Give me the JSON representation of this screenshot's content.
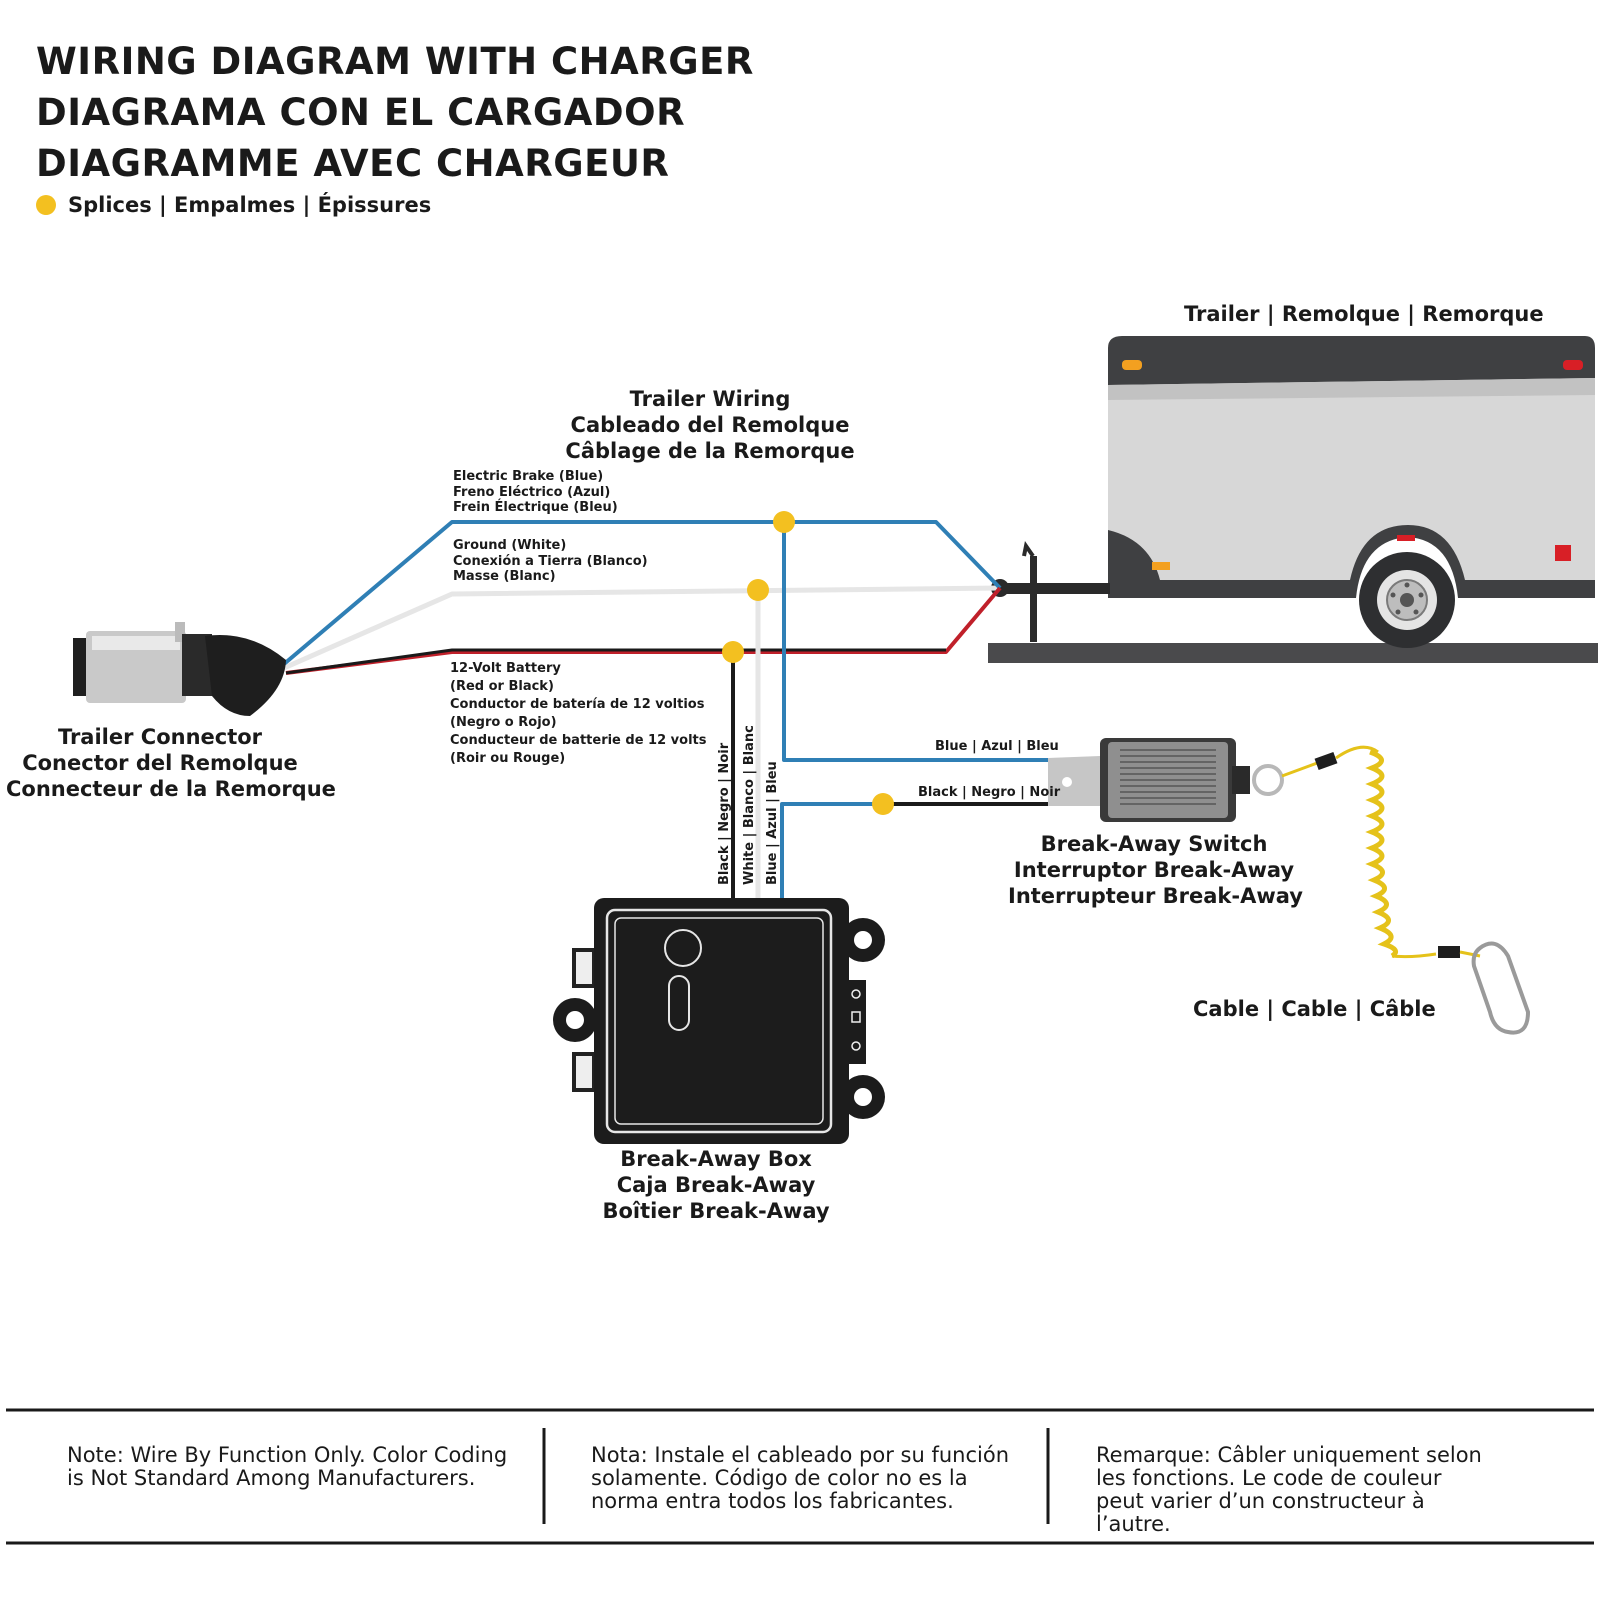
{
  "titles": [
    "WIRING DIAGRAM WITH CHARGER",
    "DIAGRAMA CON EL CARGADOR",
    "DIAGRAMME AVEC CHARGEUR"
  ],
  "legend": {
    "text": "Splices | Empalmes | Épissures",
    "color": "#f3c020"
  },
  "trailer_label": "Trailer | Remolque | Remorque",
  "trailer_wiring": [
    "Trailer Wiring",
    "Cableado del Remolque",
    "Câblage de la Remorque"
  ],
  "wires": {
    "brake": {
      "lines": [
        "Electric Brake (Blue)",
        "Freno Eléctrico (Azul)",
        "Frein Électrique (Bleu)"
      ],
      "color": "#2f7fb5"
    },
    "ground": {
      "lines": [
        "Ground (White)",
        "Conexión a Tierra (Blanco)",
        "Masse (Blanc)"
      ],
      "color": "#e6e6e6"
    },
    "battery": {
      "lines": [
        "12-Volt Battery",
        "(Red or Black)",
        "Conductor de batería de 12 voltios",
        "(Negro o Rojo)",
        "Conducteur de batterie de 12 volts",
        "(Roir ou Rouge)"
      ],
      "color": "#c0202a"
    }
  },
  "connector_label": [
    "Trailer Connector",
    "Conector del Remolque",
    "Connecteur de la Remorque"
  ],
  "box_wires": [
    "Black | Negro | Noir",
    "White | Blanco | Blanc",
    "Blue | Azul | Bleu"
  ],
  "switch_wires": {
    "blue": "Blue | Azul | Bleu",
    "black": "Black | Negro | Noir"
  },
  "switch_label": [
    "Break-Away Switch",
    "Interruptor Break-Away",
    "Interrupteur Break-Away"
  ],
  "box_label": [
    "Break-Away Box",
    "Caja Break-Away",
    "Boîtier Break-Away"
  ],
  "cable_label": "Cable | Cable | Câble",
  "notes": [
    {
      "bold": "Note:",
      "text": " Wire By Function Only. Color Coding is Not Standard Among Manufacturers."
    },
    {
      "bold": "Nota:",
      "text": " Instale el cableado por su función solamente. Código de color no es la norma entra todos los fabricantes."
    },
    {
      "bold": "Remarque:",
      "text": " Câbler uniquement selon les fonctions. Le code de couleur peut varier d’un constructeur à l’autre."
    }
  ]
}
